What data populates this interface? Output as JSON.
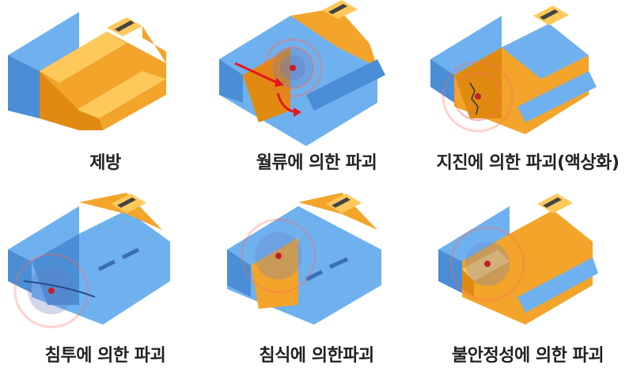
{
  "colors": {
    "water": "#6fb1ef",
    "water_dark": "#4a8ed6",
    "dam_face": "#f2a52a",
    "dam_top": "#ffc85a",
    "dam_shadow": "#e08a12",
    "wave": "#ff6b5a",
    "core": "#c3202a",
    "arrow": "#e8161c"
  },
  "panels": [
    {
      "caption": "제방",
      "icon": "levee-icon"
    },
    {
      "caption": "월류에 의한 파괴",
      "icon": "overflow-icon"
    },
    {
      "caption": "지진에 의한 파괴(액상화)",
      "icon": "earthquake-icon"
    },
    {
      "caption": "침투에 의한 파괴",
      "icon": "seepage-icon"
    },
    {
      "caption": "침식에 의한파괴",
      "icon": "erosion-icon"
    },
    {
      "caption": "불안정성에 의한 파괴",
      "icon": "instability-icon"
    }
  ]
}
